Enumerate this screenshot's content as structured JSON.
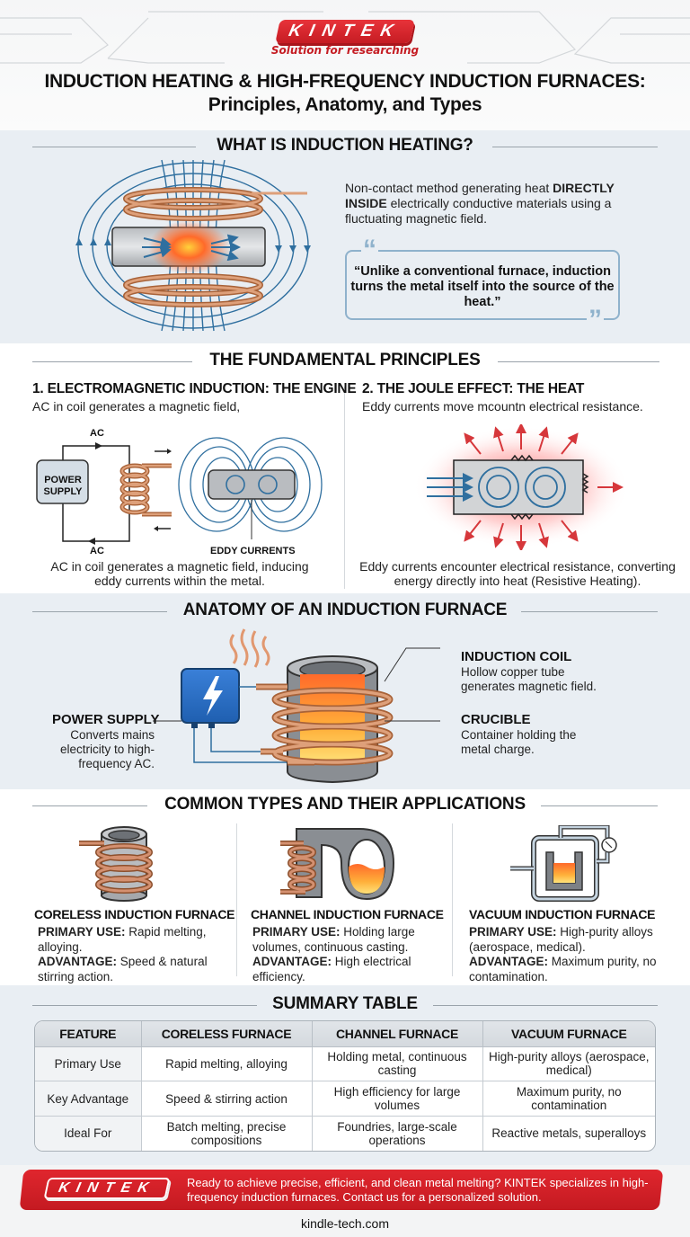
{
  "header": {
    "logo_text": "KINTEK",
    "tagline": "Solution for researching",
    "title_line1": "INDUCTION HEATING & HIGH-FREQUENCY INDUCTION FURNACES:",
    "title_line2": "Principles, Anatomy, and Types"
  },
  "what": {
    "title": "WHAT IS INDUCTION HEATING?",
    "desc_part1": "Non-contact method generating heat ",
    "desc_bold": "DIRECTLY INSIDE",
    "desc_part2": " electrically conductive materials using a fluctuating magnetic field.",
    "quote_open": "“",
    "quote_close": "”",
    "quote": "“Unlike a conventional furnace, induction turns the metal itself into the source of the heat.”",
    "diagram_icon": "induction-coil-field-icon"
  },
  "principles": {
    "title": "THE FUNDAMENTAL PRINCIPLES",
    "left": {
      "heading": "1. ELECTROMAGNETIC INDUCTION: THE ENGINE",
      "subtitle": "AC in coil generates a magnetic field,",
      "label_power": "POWER SUPPLY",
      "label_ac_top": "AC",
      "label_ac_bottom": "AC",
      "label_eddy": "EDDY CURRENTS",
      "caption": "AC in coil generates a magnetic field, inducing eddy currents within the metal."
    },
    "right": {
      "heading": "2. THE JOULE EFFECT: THE HEAT",
      "subtitle": "Eddy currents move mcountn electrical resistance.",
      "caption": "Eddy currents encounter electrical resistance, converting energy directly into heat (Resistive Heating)."
    }
  },
  "anatomy": {
    "title": "ANATOMY OF AN INDUCTION FURNACE",
    "power_supply": {
      "title": "POWER SUPPLY",
      "desc": "Converts mains electricity to high-frequency AC."
    },
    "induction_coil": {
      "title": "INDUCTION COIL",
      "desc": "Hollow copper tube generates magnetic field."
    },
    "crucible": {
      "title": "CRUCIBLE",
      "desc": "Container holding the metal charge."
    }
  },
  "types": {
    "title": "COMMON TYPES AND THEIR APPLICATIONS",
    "items": [
      {
        "name": "CORELESS INDUCTION FURNACE",
        "use_label": "PRIMARY USE:",
        "use": " Rapid melting, alloying.",
        "adv_label": "ADVANTAGE:",
        "adv": " Speed & natural stirring action.",
        "icon": "coreless-furnace-icon"
      },
      {
        "name": "CHANNEL INDUCTION FURNACE",
        "use_label": "PRIMARY USE:",
        "use": " Holding large volumes, continuous casting.",
        "adv_label": "ADVANTAGE:",
        "adv": " High electrical efficiency.",
        "icon": "channel-furnace-icon"
      },
      {
        "name": "VACUUM INDUCTION FURNACE",
        "use_label": "PRIMARY USE:",
        "use": " High-purity alloys (aerospace, medical).",
        "adv_label": "ADVANTAGE:",
        "adv": " Maximum purity, no contamination.",
        "icon": "vacuum-furnace-icon"
      }
    ]
  },
  "summary": {
    "title": "SUMMARY TABLE",
    "headers": [
      "FEATURE",
      "CORELESS FURNACE",
      "CHANNEL FURNACE",
      "VACUUM FURNACE"
    ],
    "rows": [
      [
        "Primary Use",
        "Rapid melting, alloying",
        "Holding metal, continuous casting",
        "High-purity alloys (aerospace, medical)"
      ],
      [
        "Key Advantage",
        "Speed & stirring action",
        "High efficiency for large volumes",
        "Maximum purity, no contamination"
      ],
      [
        "Ideal For",
        "Batch melting, precise compositions",
        "Foundries, large-scale operations",
        "Reactive metals, superalloys"
      ]
    ]
  },
  "footer": {
    "logo_text": "KINTEK",
    "cta": "Ready to achieve precise, efficient, and clean metal melting? KINTEK specializes in high-frequency induction furnaces. Contact us for a personalized solution.",
    "url": "kindle-tech.com"
  },
  "colors": {
    "brand_red": "#d8232a",
    "field_blue": "#2f6f9f",
    "copper": "#c8825a",
    "heat_orange": "#ff6a2a",
    "section_bg": "#e9eef3"
  }
}
